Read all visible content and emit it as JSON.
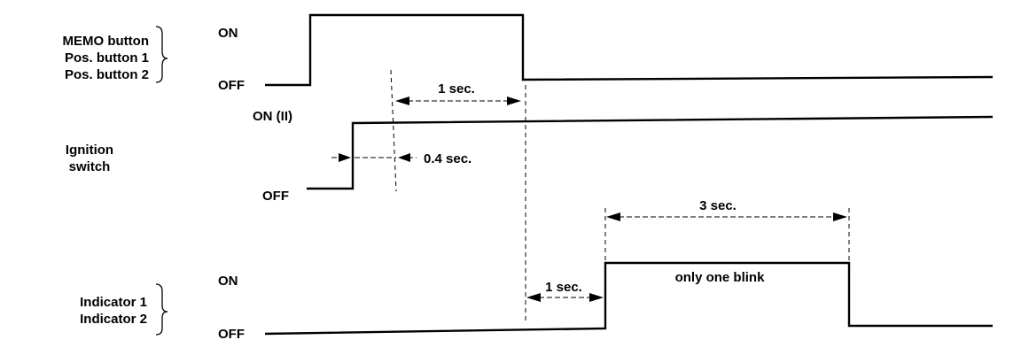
{
  "signals": {
    "memo": {
      "name_lines": [
        "MEMO button",
        "Pos. button 1",
        "Pos. button 2"
      ],
      "on_label": "ON",
      "off_label": "OFF"
    },
    "ignition": {
      "name_lines": [
        "Ignition",
        "switch"
      ],
      "on_label": "ON (II)",
      "off_label": "OFF"
    },
    "indicator": {
      "name_lines": [
        "Indicator 1",
        "Indicator 2"
      ],
      "on_label": "ON",
      "off_label": "OFF"
    }
  },
  "annotations": {
    "memo_hold": "1 sec.",
    "ignition_delay": "0.4 sec.",
    "indicator_delay": "1 sec.",
    "indicator_duration": "3 sec.",
    "blink_note": "only one blink"
  }
}
